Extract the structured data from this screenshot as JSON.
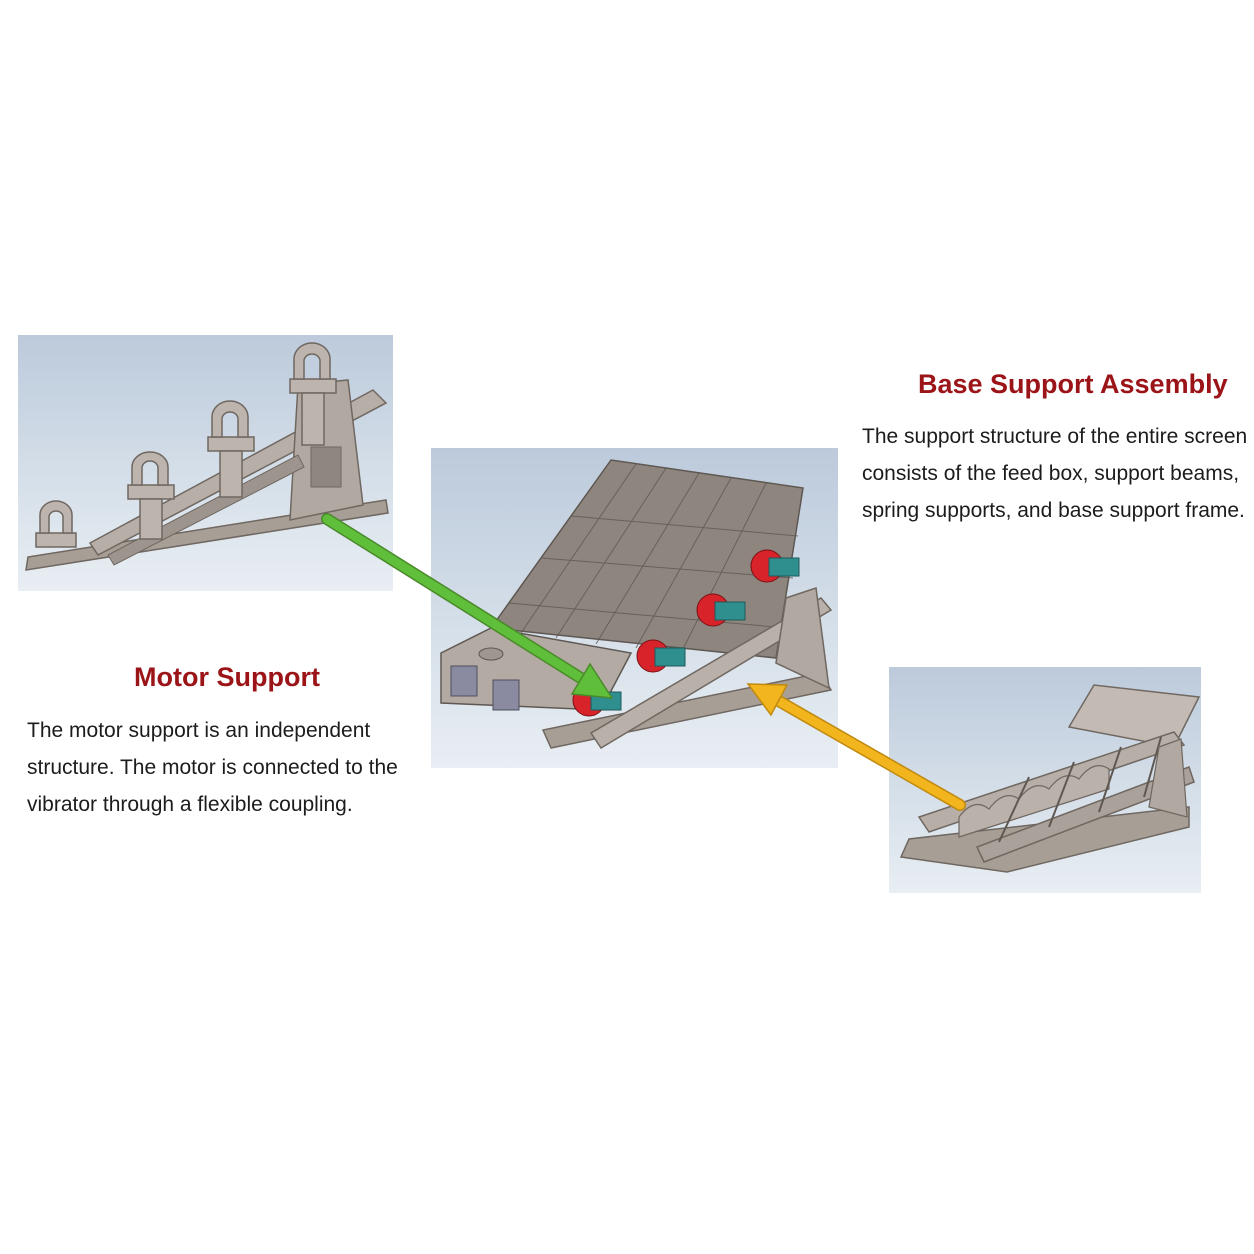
{
  "motor_support": {
    "title": "Motor Support",
    "lines": [
      "The motor support is an independent",
      "structure. The motor is connected to the",
      "vibrator through a flexible coupling."
    ]
  },
  "base_support": {
    "title": "Base Support Assembly",
    "lines": [
      "The support structure of the entire screen",
      "consists of the feed box, support beams,",
      "spring supports, and base support frame."
    ]
  },
  "colors": {
    "heading": "#9b1418",
    "motor_arrow": "#5fbf3a",
    "base_arrow": "#f2b51e",
    "steel": "#a79e96",
    "motor_red": "#d8232a",
    "motor_teal": "#2f8f8f"
  }
}
